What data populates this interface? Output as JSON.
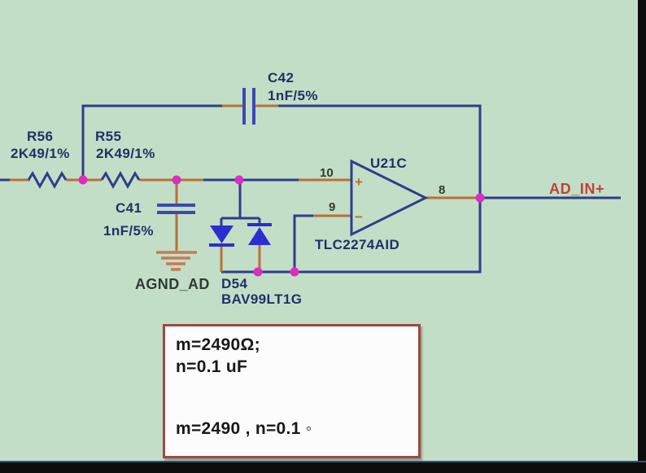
{
  "schematic": {
    "components": {
      "r56": {
        "ref": "R56",
        "value": "2K49/1%"
      },
      "r55": {
        "ref": "R55",
        "value": "2K49/1%"
      },
      "c42": {
        "ref": "C42",
        "value": "1nF/5%"
      },
      "c41": {
        "ref": "C41",
        "value": "1nF/5%"
      },
      "d54": {
        "ref": "D54",
        "value": "BAV99LT1G"
      },
      "u21c": {
        "ref": "U21C",
        "value": "TLC2274AID",
        "pins": {
          "noninverting": "10",
          "inverting": "9",
          "output": "8"
        },
        "plus_sign": "+",
        "minus_sign": "−"
      }
    },
    "nets": {
      "output": "AD_IN+",
      "ground": "AGND_AD"
    }
  },
  "note_box": {
    "line1": "m=2490Ω;",
    "line2": "n=0.1 uF",
    "line3": "m=2490 ,  n=0.1 ◦"
  },
  "colors": {
    "background": "#c3dec6",
    "wire_blue": "#2c3f8c",
    "component_blue": "#2b2fd0",
    "capacitor_blue": "#3a49b2",
    "pin_orange": "#b8703a",
    "ground_salmon": "#c77a55",
    "junction_magenta": "#dd2cc0",
    "label_navy": "#1e3168",
    "pin_number_dark": "#313c32",
    "net_red": "#c2413b",
    "note_border": "#9d4a42",
    "note_background": "#fdfcfc",
    "frame_dark": "#0d0d0d"
  }
}
